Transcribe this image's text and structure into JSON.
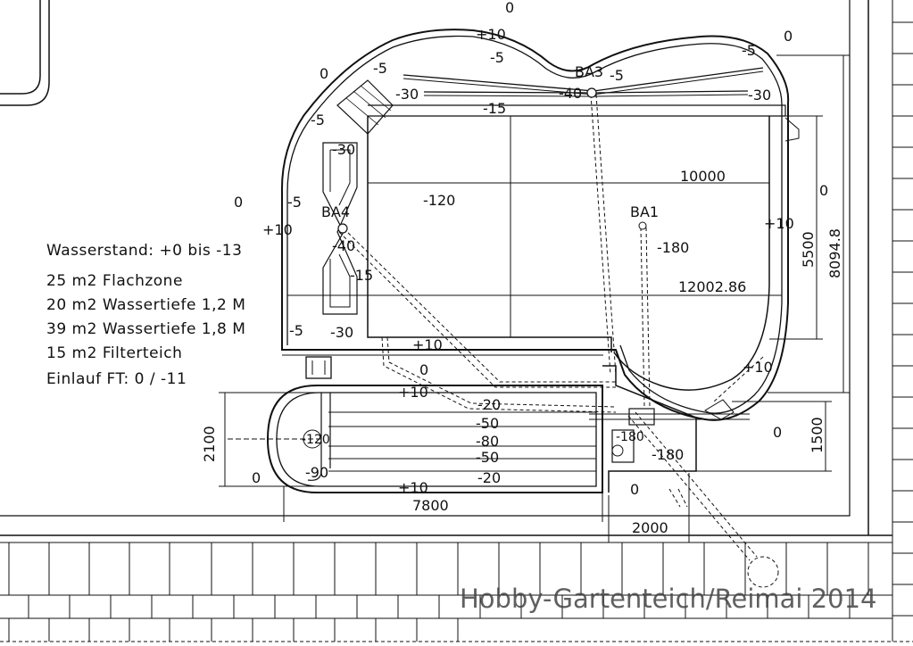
{
  "legend": [
    "Wasserstand: +0 bis -13",
    "25 m2 Flachzone",
    "20 m2 Wassertiefe 1,2 M",
    "39 m2 Wassertiefe 1,8 M",
    "15 m2 Filterteich",
    "Einlauf FT: 0 / -11"
  ],
  "drains": {
    "ba1": "BA1",
    "ba3": "BA3",
    "ba4": "BA4"
  },
  "depths": [
    "0",
    "+10",
    "-5",
    "-5",
    "-5",
    "0",
    "0",
    "-5",
    "-30",
    "-40",
    "-30",
    "-15",
    "-5",
    "-30",
    "0",
    "-5",
    "+10",
    "-120",
    "-180",
    "0",
    "+10",
    "-40",
    "-15",
    "-5",
    "-30",
    "+10",
    "0",
    "+10",
    "+10",
    "-20",
    "-50",
    "-80",
    "-50",
    "-20",
    "-120",
    "-90",
    "0",
    "+10",
    "0",
    "-180",
    "0",
    "-180"
  ],
  "dimensions": {
    "width_deep": "10000",
    "width_total": "12002.86",
    "filter_length": "7800",
    "pump_width": "2000",
    "deep_height": "5500",
    "total_height": "8094.8",
    "pump_height": "1500",
    "filter_height": "2100"
  },
  "watermark": "Hobby-Gartenteich/Reimai 2014"
}
